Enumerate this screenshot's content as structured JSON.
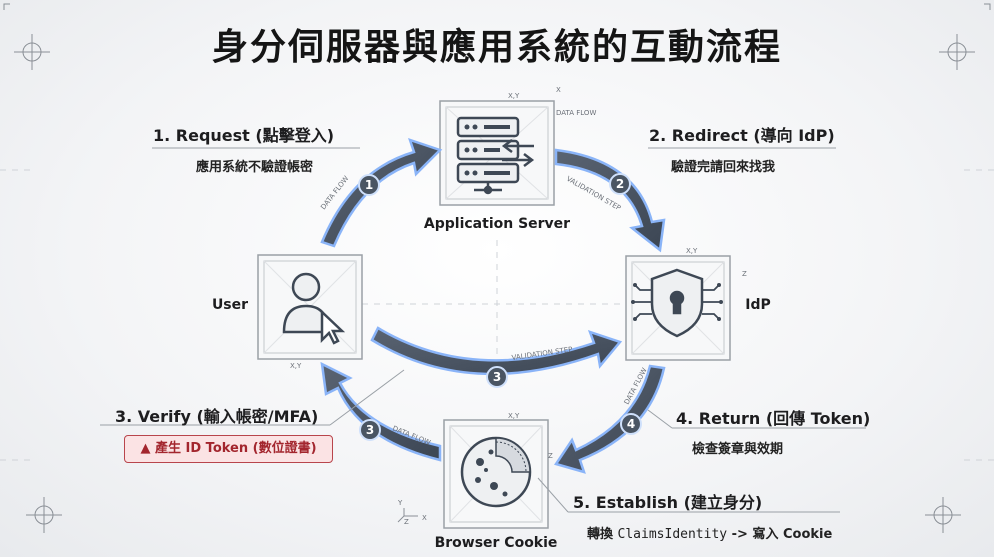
{
  "title": "身分伺服器與應用系統的互動流程",
  "nodes": {
    "app_server": "Application Server",
    "user": "User",
    "idp": "IdP",
    "browser_cookie": "Browser Cookie"
  },
  "steps": {
    "s1": {
      "title": "1. Request (點擊登入)",
      "desc": "應用系統不驗證帳密",
      "badge": "1"
    },
    "s2": {
      "title": "2. Redirect (導向 IdP)",
      "desc": "驗證完請回來找我",
      "badge": "2"
    },
    "s3": {
      "title": "3. Verify (輸入帳密/MFA)",
      "alert": "產生 ID Token (數位證書)",
      "badge": "3"
    },
    "s4": {
      "title": "4. Return (回傳 Token)",
      "desc": "檢查簽章與效期",
      "badge": "4"
    },
    "s5": {
      "title": "5. Establish (建立身分)",
      "desc_prefix": "轉換 ",
      "desc_code": "ClaimsIdentity",
      "desc_suffix": " -> 寫入 Cookie"
    }
  },
  "annotations": {
    "data_flow": "DATA FLOW",
    "validation_step": "VALIDATION STEP",
    "xy": "X,Y",
    "x": "X",
    "y": "Y",
    "z": "Z"
  },
  "colors": {
    "arrow_fill": "#475261",
    "arrow_glow": "#8ab4f8",
    "alert_bg": "#fbe3e4",
    "alert_text": "#a3262e"
  }
}
